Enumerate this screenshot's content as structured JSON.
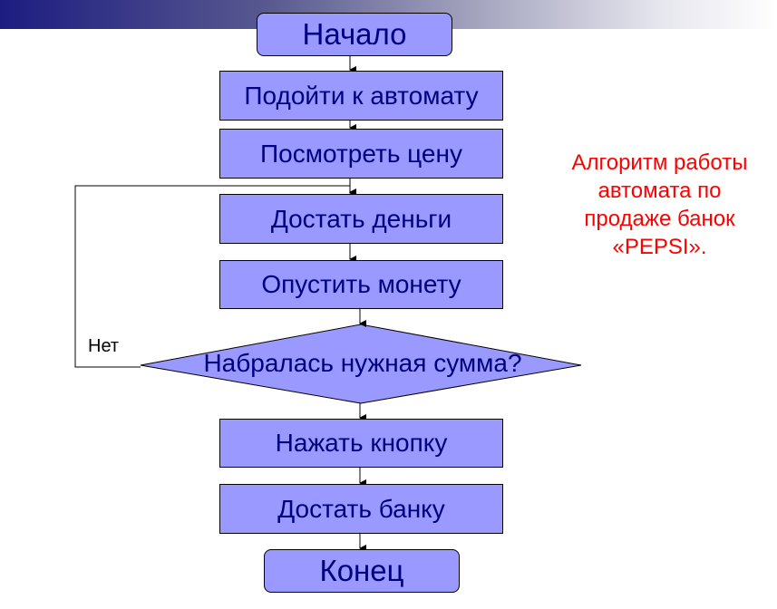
{
  "flowchart": {
    "start": "Начало",
    "steps": [
      "Подойти к автомату",
      "Посмотреть цену",
      "Достать деньги",
      "Опустить монету"
    ],
    "decision": "Набралась нужная сумма?",
    "no_label": "Нет",
    "after_steps": [
      "Нажать кнопку",
      "Достать банку"
    ],
    "end": "Конец"
  },
  "note": {
    "lines": [
      "Алгоритм работы",
      "автомата по",
      "продаже банок",
      "«PEPSI»."
    ]
  },
  "colors": {
    "box_fill": "#9999ff",
    "text": "#000080",
    "note": "#ff0000"
  }
}
